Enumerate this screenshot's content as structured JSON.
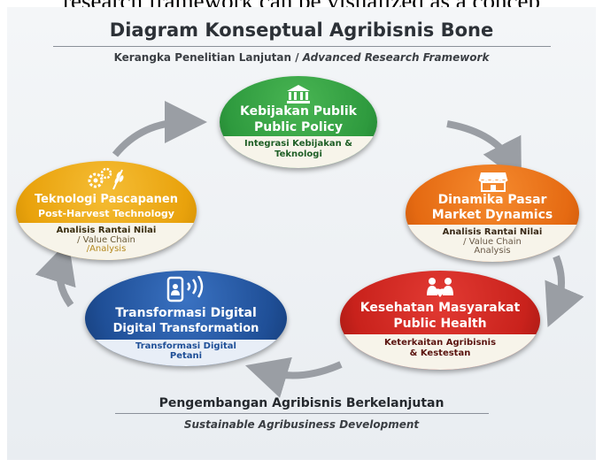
{
  "top_cut_text": "research framework can be visualized as a concep",
  "title": "Diagram Konseptual Agribisnis Bone",
  "subtitle_main": "Kerangka Penelitian Lanjutan / ",
  "subtitle_italic": "Advanced Research Framework",
  "nodes": [
    {
      "title_id": "Kebijakan Publik",
      "title_en": "Public Policy",
      "band": [
        "Integrasi Kebijakan &",
        "Teknologi"
      ],
      "icon": "government-building-icon",
      "color": "#2e9a3e"
    },
    {
      "title_id": "Dinamika Pasar",
      "title_en": "Market Dynamics",
      "band": [
        "Analisis Rantai Nilai",
        "/ Value Chain",
        "Analysis"
      ],
      "icon": "market-stall-icon",
      "color": "#e56a12"
    },
    {
      "title_id": "Kesehatan Masyarakat",
      "title_en": "Public Health",
      "band": [
        "Keterkaitan Agribisnis",
        "& Kestestan"
      ],
      "icon": "people-heart-icon",
      "color": "#c9221c"
    },
    {
      "title_id": "Transformasi Digital",
      "title_en": "Digital Transformation",
      "band": [
        "Transformasi Digital",
        "Petani"
      ],
      "icon": "smartphone-person-icon",
      "color": "#1f4f97"
    },
    {
      "title_id": "Teknologi Pascapanen",
      "title_en": "Post-Harvest Technology",
      "band": [
        "Analisis Rantai Nilai",
        "/ Value Chain",
        "/Analysis"
      ],
      "icon": "gears-wheat-icon",
      "color": "#e9a20c"
    }
  ],
  "footer_main": "Pengembangan Agribisnis Berkelanjutan",
  "footer_sub": "Sustainable Agribusiness Development"
}
